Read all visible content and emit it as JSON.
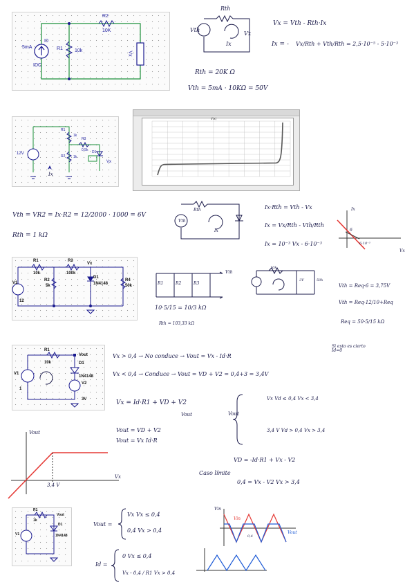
{
  "s1": {
    "schematic": {
      "r2": "R2",
      "r2v": "10K",
      "i0": "I0",
      "i0v": "5mA",
      "idc": "IDC",
      "r1": "R1",
      "r1v": "10k",
      "vx": "Vx"
    },
    "rth_label": "Rth",
    "vth_label": "Vth",
    "ix_label": "Ix",
    "vx_label": "Vx",
    "eq1": "Vx = Vth - Rth·Ix",
    "eq2a": "Ix = -",
    "eq2b": "Vx/Rth + Vth/Rth = 2,5·10⁻⁵ - 5·10⁻³",
    "eq3": "Rth = 20K Ω",
    "eq4": "Vth = 5mA · 10KΩ = 50V"
  },
  "s2": {
    "schematic": {
      "v12": "12V",
      "r1": "R1",
      "r1v": "1k",
      "r2": "R2",
      "r2v": "1k",
      "r3": "R3",
      "r3v": "0.5k",
      "d1": "D1",
      "ix": "Ix",
      "vx": "Vx"
    },
    "eq1": "Vth = VR2 = Ix·R2 = 12/2000 · 1000 = 6V",
    "eq2": "Rth = 1 kΩ",
    "c1": "Ix·Rth = Vth - Vx",
    "c2a": "Ix = Vx/Rth - Vth/Rth",
    "c3": "Ix = 10⁻³ Vx - 6·10⁻³",
    "c_rth": "Rth",
    "c_vth": "Vth",
    "c_ix": "Ix",
    "g_vx": "Vx",
    "g_ix": "Ix",
    "g_6": "6",
    "g_val": "6·10⁻³"
  },
  "s3": {
    "schematic": {
      "r1": "R1",
      "r1v": "10k",
      "r3": "R3",
      "r3v": "100k",
      "r2": "R2",
      "r2v": "5k",
      "r4": "R4",
      "r4v": "50k",
      "v1": "V1",
      "v1v": "12",
      "d1": "D1",
      "d1v": "1N4148",
      "vx": "Vx"
    },
    "req_left": "10·5/15 = 10/3 kΩ",
    "req_left2": "Rth = 103,33 kΩ",
    "r_labels": [
      "R1",
      "R2",
      "R3"
    ],
    "vth": "Vth",
    "right_vals": [
      "10k",
      "3V",
      "50k"
    ],
    "eq1": "Vth = Req·6 = 3,75V",
    "eq2": "Vth = Req·12/10+Req",
    "eq3": "Req = 50·5/15 kΩ"
  },
  "s4": {
    "schematic": {
      "r1": "R1",
      "r1v": "10k",
      "vout": "Vout",
      "d1": "D1",
      "d1v": "1N4148",
      "v1": "V1",
      "v1v": "1",
      "v2": "V2",
      "v2v": "3V"
    },
    "l1": "Vx > 0,4 → No conduce → Vout = Vx - Id·R",
    "l2": "Vx < 0,4 → Conduce → Vout = VD + V2 = 0,4+3 = 3,4V",
    "note": "Si esto es cierto Id=0",
    "l3": "Vx = Id·R1 + VD + V2",
    "l3b": "Vout",
    "l4": "Vout = VD + V2",
    "l5": "Vout = Vx  Id·R",
    "case_a": "Vx        Vd ≤ 0,4    Vx < 3,4",
    "case_b": "3,4 V      Vd > 0,4    Vx > 3,4",
    "vout_lbl": "Vout",
    "vd": "VD = -Id·R1 + Vx - V2",
    "caso": "Caso límite",
    "lim": "0,4 = Vx - V2        Vx > 3,4",
    "g_vout": "Vout",
    "g_vx": "Vx",
    "g_34": "3,4 V"
  },
  "s5": {
    "schematic": {
      "r1": "R1",
      "r1v": "1k",
      "vout": "Vout",
      "d1": "D1",
      "d1v": "1N4148",
      "v1": "V1"
    },
    "vout": "Vout =",
    "c1": "Vx       Vx ≤ 0,4",
    "c2": "0,4      Vx > 0,4",
    "id": "Id =",
    "i1": "0          Vx ≤ 0,4",
    "i2": "Vx - 0,4 / R1    Vx > 0,4",
    "w_vin": "Vin",
    "w_vin2": "Vin",
    "w_vout": "Vout",
    "w_04": "0,4"
  },
  "scope": {
    "title": "V(x)",
    "colors": {
      "trace": "#555555",
      "grid": "#bdbdbd",
      "bg": "#ffffff"
    }
  }
}
